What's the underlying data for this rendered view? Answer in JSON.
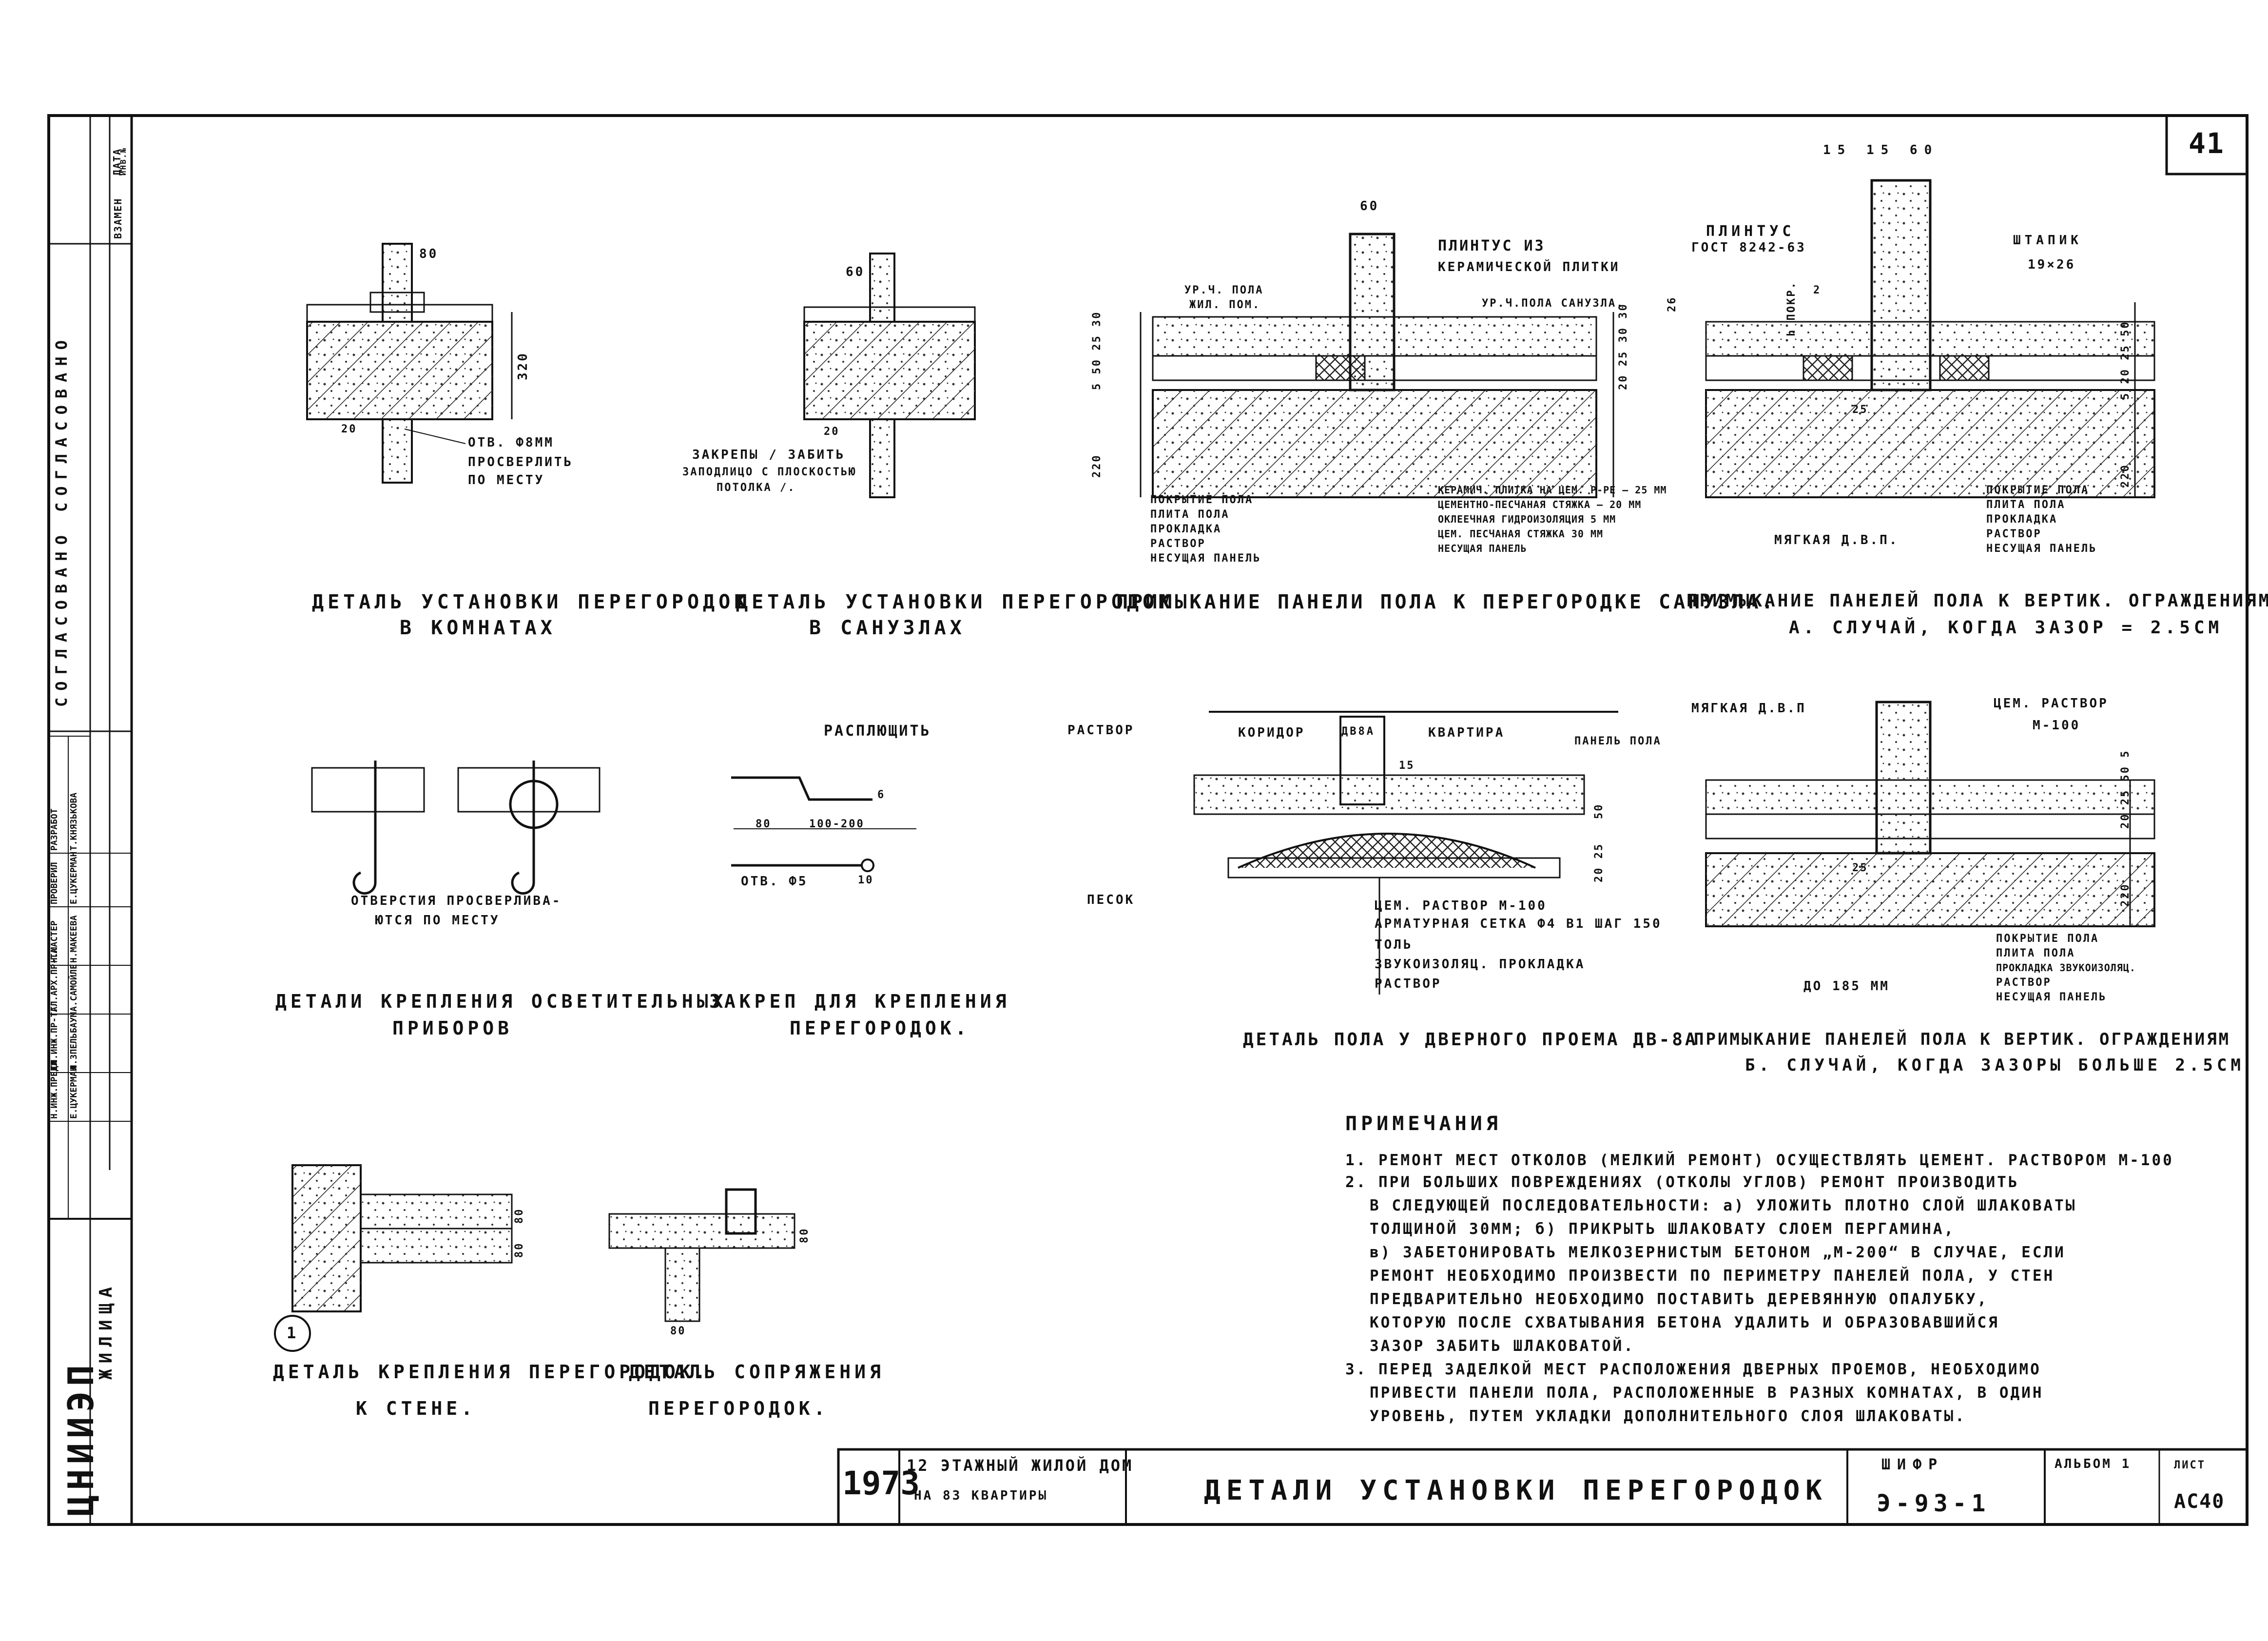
{
  "sheet": {
    "sheet_number": "41",
    "org_name": "ЦНИИЭП",
    "org_sub": "ЖИЛИЩА",
    "agreed_label_1": "СОГЛАСОВАНО",
    "agreed_label_2": "СОГЛАСОВАНО",
    "date_label": "ДАТА",
    "inv_label": "ИНВ.№",
    "replaced_label": "ВЗАМЕН",
    "staff": [
      {
        "role": "РАЗРАБОТ",
        "name": "Т.КНЯЗЬКОВА"
      },
      {
        "role": "ПРОВЕРИЛ",
        "name": "Е.ЦУКЕРМАН"
      },
      {
        "role": "Н.МАСТЕР",
        "name": "Н.МАКЕЕВА"
      },
      {
        "role": "ГЛ.АРХ.ПР-ТА",
        "name": "А.САМОЙЛЕ"
      },
      {
        "role": "ГЛ.ИНЖ.ПР-ТА",
        "name": "Л.ЗПЕЛЬБАУМ"
      },
      {
        "role": "Н.ИНЖ.ПРЕДЛ",
        "name": "Е.ЦУКЕРМАН"
      }
    ]
  },
  "details": {
    "d1_title_1": "ДЕТАЛЬ УСТАНОВКИ ПЕРЕГОРОДОК",
    "d1_title_2": "В КОМНАТАХ",
    "d1_dim_80": "80",
    "d1_dim_320": "320",
    "d1_dim_20": "20",
    "d1_note_1": "ОТВ. Ф8ММ",
    "d1_note_2": "ПРОСВЕРЛИТЬ",
    "d1_note_3": "ПО МЕСТУ",
    "d2_title_1": "ДЕТАЛЬ УСТАНОВКИ ПЕРЕГОРОДОК",
    "d2_title_2": "В САНУЗЛАХ",
    "d2_dim_60": "60",
    "d2_dim_20": "20",
    "d2_note_1": "ЗАКРЕПЫ / ЗАБИТЬ",
    "d2_note_2": "ЗАПОДЛИЦО С ПЛОСКОСТЬЮ",
    "d2_note_3": "ПОТОЛКА /.",
    "d3_title": "ПРИМЫКАНИЕ ПАНЕЛИ ПОЛА К ПЕРЕГОРОДКЕ САНУЗЛА.",
    "d3_dim_60": "60",
    "d3_plintus_1": "ПЛИНТУС ИЗ",
    "d3_plintus_2": "КЕРАМИЧЕСКОЙ ПЛИТКИ",
    "d3_level_room_1": "УР.Ч. ПОЛА",
    "d3_level_room_2": "ЖИЛ. ПОМ.",
    "d3_level_wc": "УР.Ч.ПОЛА САНУЗЛА.",
    "d3_dims_left": "5 50 25 30",
    "d3_dim_220": "220",
    "d3_dims_right": "20 25 30 30",
    "d3_legend_left": [
      "ПОКРЫТИЕ ПОЛА",
      "ПЛИТА ПОЛА",
      "ПРОКЛАДКА",
      "РАСТВОР",
      "НЕСУЩАЯ ПАНЕЛЬ"
    ],
    "d3_legend_right": [
      "КЕРАМИЧ. ПЛИТКА НА ЦЕМ. Р-РЕ — 25 ММ",
      "ЦЕМЕНТНО-ПЕСЧАНАЯ СТЯЖКА — 20 ММ",
      "ОКЛЕЕЧНАЯ ГИДРОИЗОЛЯЦИЯ 5 ММ",
      "ЦЕМ. ПЕСЧАНАЯ СТЯЖКА 30 ММ",
      "НЕСУЩАЯ ПАНЕЛЬ"
    ],
    "d4_title_1": "ПРИМЫКАНИЕ ПАНЕЛЕЙ ПОЛА К ВЕРТИК. ОГРАЖДЕНИЯМ",
    "d4_title_2": "А. СЛУЧАЙ, КОГДА ЗАЗОР = 2.5СМ",
    "d4_dims_top": "15 15 60",
    "d4_plintus_1": "ПЛИНТУС",
    "d4_plintus_2": "ГОСТ 8242-63",
    "d4_shtapik_1": "ШТАПИК",
    "d4_shtapik_2": "19×26",
    "d4_dim_26": "26",
    "d4_dim_2": "2",
    "d4_h_pokr": "h ПОКР.",
    "d4_dim_25": "25",
    "d4_soft": "МЯГКАЯ Д.В.П.",
    "d4_dims_right": "5 20 25 50",
    "d4_dim_220": "220",
    "d4_legend": [
      "ПОКРЫТИЕ ПОЛА",
      "ПЛИТА ПОЛА",
      "ПРОКЛАДКА",
      "РАСТВОР",
      "НЕСУЩАЯ ПАНЕЛЬ"
    ],
    "d5_title_1": "ДЕТАЛИ КРЕПЛЕНИЯ ОСВЕТИТЕЛЬНЫХ",
    "d5_title_2": "ПРИБОРОВ",
    "d5_note_1": "ОТВЕРСТИЯ ПРОСВЕРЛИВА-",
    "d5_note_2": "ЮТСЯ ПО МЕСТУ",
    "d6_title_1": "ЗАКРЕП ДЛЯ КРЕПЛЕНИЯ",
    "d6_title_2": "ПЕРЕГОРОДОК.",
    "d6_note": "РАСПЛЮЩИТЬ",
    "d6_dim_80": "80",
    "d6_dim_range": "100-200",
    "d6_hole": "ОТВ. Ф5",
    "d6_dim_10": "10",
    "d6_dim_6": "6",
    "d7_title": "ДЕТАЛЬ ПОЛА У ДВЕРНОГО ПРОЕМА ДВ-8А",
    "d7_mortar": "РАСТВОР",
    "d7_sand": "ПЕСОК",
    "d7_corridor": "КОРИДОР",
    "d7_door": "ДВ8А",
    "d7_flat": "КВАРТИРА",
    "d7_panel": "ПАНЕЛЬ ПОЛА",
    "d7_dim_15": "15",
    "d7_dim_50": "50",
    "d7_dims_low": "20 25",
    "d7_legend": [
      "ЦЕМ. РАСТВОР М-100",
      "АРМАТУРНАЯ СЕТКА Ф4 В1 ШАГ 150",
      "ТОЛЬ",
      "ЗВУКОИЗОЛЯЦ. ПРОКЛАДКА",
      "РАСТВОР"
    ],
    "d8_title_1": "ПРИМЫКАНИЕ ПАНЕЛЕЙ ПОЛА К ВЕРТИК. ОГРАЖДЕНИЯМ",
    "d8_title_2": "Б. СЛУЧАЙ, КОГДА ЗАЗОРЫ БОЛЬШЕ 2.5СМ",
    "d8_soft": "МЯГКАЯ Д.В.П",
    "d8_mortar_1": "ЦЕМ. РАСТВОР",
    "d8_mortar_2": "М-100",
    "d8_dims_right": "20 25 50 5",
    "d8_dim_220": "220",
    "d8_dim_25": "25",
    "d8_upto": "ДО 185 ММ",
    "d8_legend": [
      "ПОКРЫТИЕ ПОЛА",
      "ПЛИТА ПОЛА",
      "ПРОКЛАДКА ЗВУКОИЗОЛЯЦ.",
      "РАСТВОР",
      "НЕСУЩАЯ ПАНЕЛЬ"
    ],
    "d9_title_1": "ДЕТАЛЬ КРЕПЛЕНИЯ ПЕРЕГОРОДОК.",
    "d9_title_2": "К СТЕНЕ.",
    "d9_marker": "1",
    "d9_dim_80a": "80",
    "d9_dim_80b": "80",
    "d10_title_1": "ДЕТАЛЬ СОПРЯЖЕНИЯ",
    "d10_title_2": "ПЕРЕГОРОДОК.",
    "d10_dim_80a": "80",
    "d10_dim_80b": "80"
  },
  "notes": {
    "heading": "ПРИМЕЧАНИЯ",
    "lines": [
      "1. РЕМОНТ МЕСТ ОТКОЛОВ (МЕЛКИЙ РЕМОНТ) ОСУЩЕСТВЛЯТЬ ЦЕМЕНТ. РАСТВОРОМ М-100",
      "2. ПРИ БОЛЬШИХ ПОВРЕЖДЕНИЯХ (ОТКОЛЫ УГЛОВ) РЕМОНТ ПРОИЗВОДИТЬ",
      "В СЛЕДУЮЩЕЙ ПОСЛЕДОВАТЕЛЬНОСТИ: а) УЛОЖИТЬ ПЛОТНО СЛОЙ ШЛАКОВАТЫ",
      "ТОЛЩИНОЙ 30ММ; б) ПРИКРЫТЬ ШЛАКОВАТУ СЛОЕМ ПЕРГАМИНА,",
      "в) ЗАБЕТОНИРОВАТЬ МЕЛКОЗЕРНИСТЫМ БЕТОНОМ „М-200“ В СЛУЧАЕ, ЕСЛИ",
      "РЕМОНТ НЕОБХОДИМО ПРОИЗВЕСТИ ПО ПЕРИМЕТРУ ПАНЕЛЕЙ ПОЛА, У СТЕН",
      "ПРЕДВАРИТЕЛЬНО НЕОБХОДИМО ПОСТАВИТЬ ДЕРЕВЯННУЮ ОПАЛУБКУ,",
      "КОТОРУЮ ПОСЛЕ СХВАТЫВАНИЯ БЕТОНА УДАЛИТЬ И ОБРАЗОВАВШИЙСЯ",
      "ЗАЗОР ЗАБИТЬ ШЛАКОВАТОЙ.",
      "3. ПЕРЕД ЗАДЕЛКОЙ МЕСТ РАСПОЛОЖЕНИЯ ДВЕРНЫХ ПРОЕМОВ, НЕОБХОДИМО",
      "ПРИВЕСТИ ПАНЕЛИ ПОЛА, РАСПОЛОЖЕННЫЕ В РАЗНЫХ КОМНАТАХ, В ОДИН",
      "УРОВЕНЬ, ПУТЕМ УКЛАДКИ ДОПОЛНИТЕЛЬНОГО СЛОЯ ШЛАКОВАТЫ."
    ]
  },
  "title_block": {
    "year": "1973",
    "project_1": "12 ЭТАЖНЫЙ ЖИЛОЙ ДОМ",
    "project_2": "НА 83 КВАРТИРЫ",
    "title": "ДЕТАЛИ УСТАНОВКИ ПЕРЕГОРОДОК",
    "cipher_label": "ШИФР",
    "cipher": "Э-93-1",
    "album_label": "АЛЬБОМ 1",
    "sheet_label": "ЛИСТ",
    "sheet_code": "АС40"
  }
}
